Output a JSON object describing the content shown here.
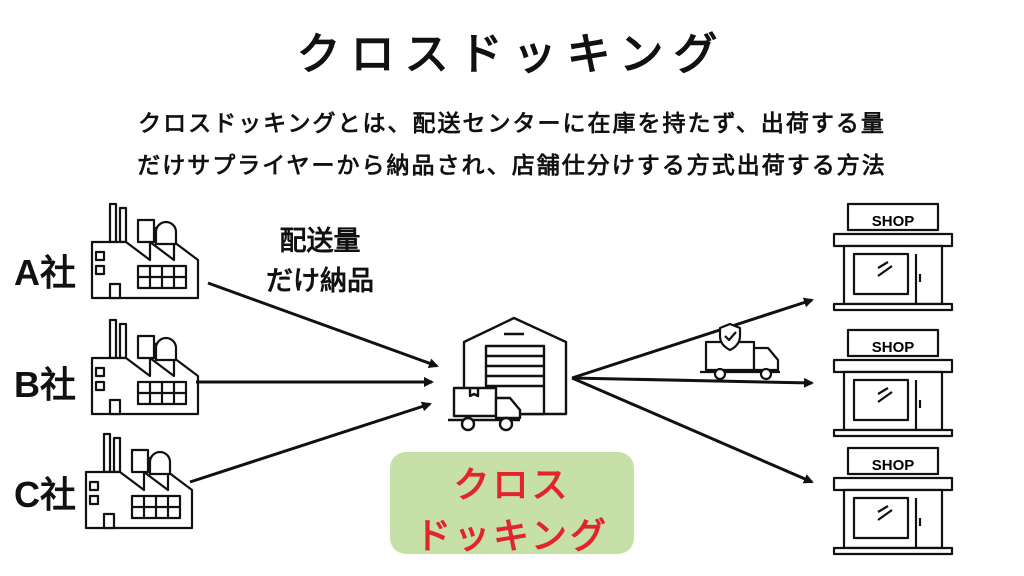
{
  "title": "クロスドッキング",
  "description": {
    "line1": "クロスドッキングとは、配送センターに在庫を持たず、出荷する量",
    "line2": "だけサプライヤーから納品され、店舗仕分けする方式出荷する方法"
  },
  "suppliers": [
    {
      "label": "A社",
      "icon": "factory-icon"
    },
    {
      "label": "B社",
      "icon": "factory-icon"
    },
    {
      "label": "C社",
      "icon": "factory-icon"
    }
  ],
  "inbound_note": {
    "line1": "配送量",
    "line2": "だけ納品"
  },
  "center": {
    "icon": "warehouse-with-truck-icon",
    "label_line1": "クロス",
    "label_line2": "ドッキング",
    "label_color": "#e3242b",
    "box_color": "#c6e0a8"
  },
  "outbound_icon": "delivery-truck-icon",
  "shops": [
    {
      "sign": "SHOP",
      "icon": "shop-icon"
    },
    {
      "sign": "SHOP",
      "icon": "shop-icon"
    },
    {
      "sign": "SHOP",
      "icon": "shop-icon"
    }
  ]
}
